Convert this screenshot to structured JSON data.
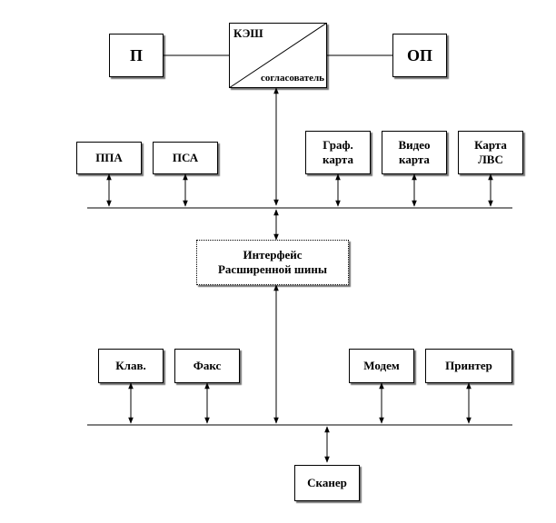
{
  "blocks": {
    "processor": "П",
    "main_memory": "ОП",
    "cache_top": "КЭШ",
    "cache_bottom": "согласователь",
    "ppa": "ППА",
    "psa": "ПСА",
    "graph_card": [
      "Граф.",
      "карта"
    ],
    "video_card": [
      "Видео",
      "карта"
    ],
    "lan_card": [
      "Карта",
      "ЛВС"
    ],
    "interface": [
      "Интерфейс",
      "Расширенной шины"
    ],
    "keyboard": "Клав.",
    "fax": "Факс",
    "modem": "Модем",
    "printer": "Принтер",
    "scanner": "Сканер"
  }
}
